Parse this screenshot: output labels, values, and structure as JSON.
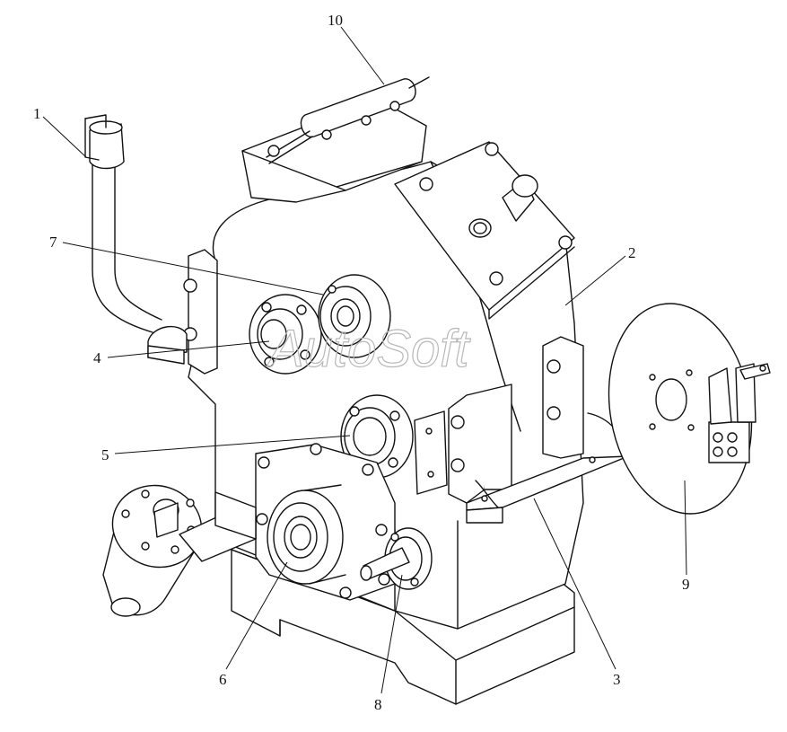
{
  "watermark": "AutoSoft",
  "callouts": [
    {
      "id": "1",
      "text": "1"
    },
    {
      "id": "2",
      "text": "2"
    },
    {
      "id": "3",
      "text": "3"
    },
    {
      "id": "4",
      "text": "4"
    },
    {
      "id": "5",
      "text": "5"
    },
    {
      "id": "6",
      "text": "6"
    },
    {
      "id": "7",
      "text": "7"
    },
    {
      "id": "8",
      "text": "8"
    },
    {
      "id": "9",
      "text": "9"
    },
    {
      "id": "10",
      "text": "10"
    }
  ],
  "colors": {
    "line": "#111111",
    "background": "#ffffff",
    "watermark": "#b8b8b8"
  }
}
